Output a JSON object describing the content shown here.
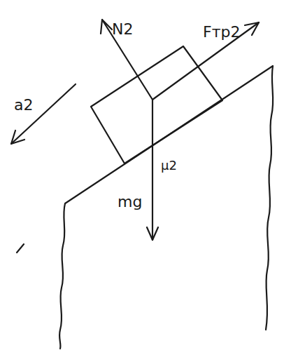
{
  "diagram": {
    "labels": [
      "N2",
      "Fтр2",
      "a2",
      "mg",
      "μ2"
    ]
  }
}
